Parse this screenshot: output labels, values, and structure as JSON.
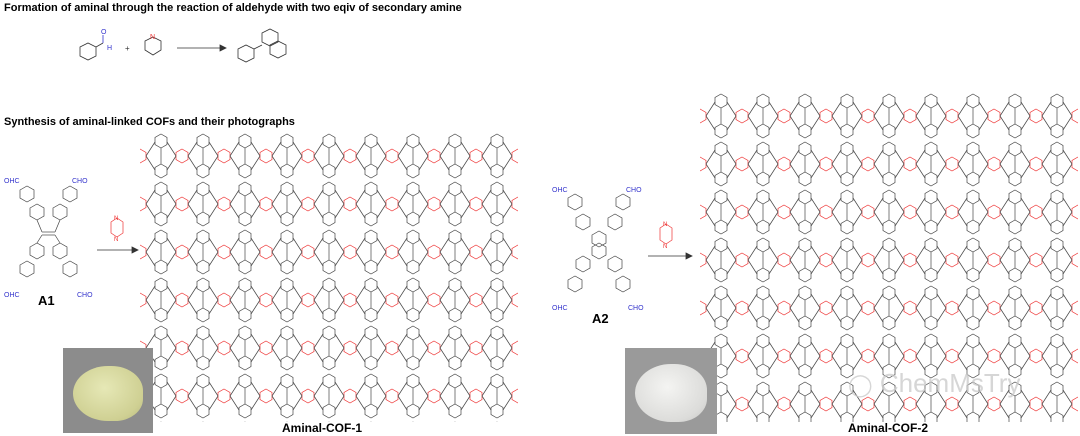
{
  "headings": {
    "reaction": "Formation of aminal through the reaction of aldehyde with two eqiv of secondary amine",
    "synthesis": "Synthesis of  aminal-linked  COFs  and their photographs"
  },
  "reaction": {
    "plus": "+",
    "aldehyde_atoms": [
      "O",
      "H"
    ],
    "amine_atom": "N",
    "amine_h": "H"
  },
  "monomers": {
    "a1": {
      "label": "A1",
      "groups": [
        "OHC",
        "CHO",
        "OHC",
        "CHO"
      ]
    },
    "a2": {
      "label": "A2",
      "groups": [
        "OHC",
        "CHO",
        "OHC",
        "CHO"
      ]
    },
    "linker_atoms": [
      "H",
      "N",
      "N",
      "H"
    ]
  },
  "products": {
    "cof1": {
      "label": "Aminal-COF-1",
      "photo_color": "#d8d9a2"
    },
    "cof2": {
      "label": "Aminal-COF-2",
      "photo_color": "#e6e6e4"
    }
  },
  "watermark": "ChemMsTry",
  "colors": {
    "bond": "#333333",
    "amine": "#ee3333",
    "aldehyde": "#3333cc"
  }
}
